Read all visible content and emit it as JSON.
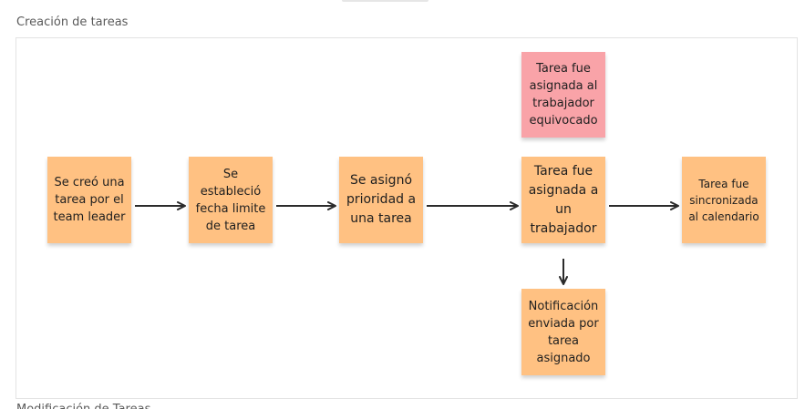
{
  "frame": {
    "title": "Creación de tareas",
    "next_title": "Modificación de Tareas"
  },
  "stickies": {
    "created": "Se creó una tarea por el team leader",
    "deadline": "Se\nestableció\nfecha limite\nde tarea",
    "priority": "Se asignó prioridad a una tarea",
    "assigned": "Tarea fue\nasignada a\nun\ntrabajador",
    "synced": "Tarea fue\nsincronizada\nal calendario",
    "wrong_worker": "Tarea  fue\nasignada al\ntrabajador\nequivocado",
    "notification": "Notificación\nenviada por\ntarea\nasignado"
  },
  "colors": {
    "orange_sticky": "#ffc182",
    "pink_sticky": "#f9a3a8",
    "arrow": "#2b2b2b"
  }
}
